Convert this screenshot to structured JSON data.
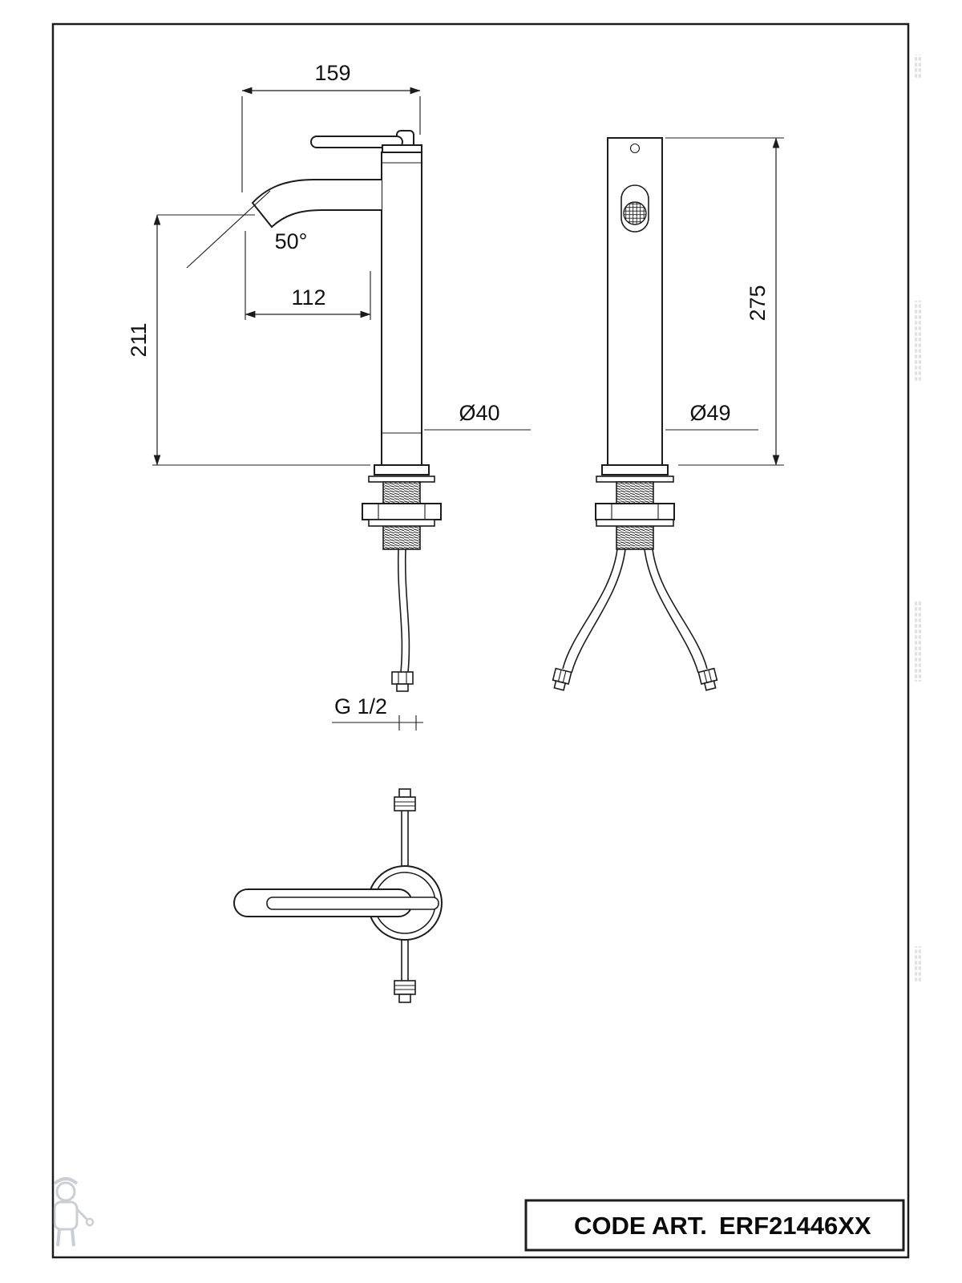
{
  "sheet": {
    "code_label": "CODE ART.",
    "code_value": "ERF21446XX"
  },
  "dimensions": {
    "side": {
      "overall_width": "159",
      "spout_angle": "50°",
      "spout_reach": "112",
      "height": "211",
      "body_diameter": "Ø40",
      "thread": "G 1/2"
    },
    "front": {
      "height": "275",
      "base_diameter": "Ø49"
    }
  },
  "icons": {
    "watermark_logo": "plumber-mascot-icon"
  }
}
